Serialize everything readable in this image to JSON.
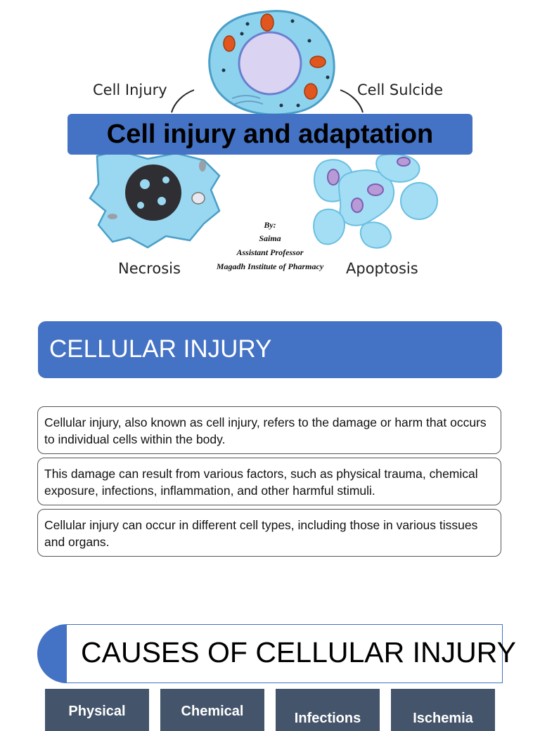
{
  "cover": {
    "title": "Cell injury and adaptation",
    "labels": {
      "top_left": "Cell Injury",
      "top_right": "Cell Sulcide",
      "bottom_left": "Necrosis",
      "bottom_right": "Apoptosis"
    },
    "author": {
      "by": "By:",
      "name": "Saima",
      "role": "Assistant Professor",
      "institute": "Magadh Institute of Pharmacy"
    }
  },
  "cellular_injury": {
    "heading": "CELLULAR INJURY",
    "points": [
      "Cellular injury, also known as cell injury, refers to the damage or harm that occurs to individual cells within the body.",
      "This damage can result from various factors, such as physical trauma, chemical exposure, infections, inflammation, and other harmful stimuli.",
      "Cellular injury can occur in different cell types, including those in various tissues and organs."
    ]
  },
  "causes": {
    "heading": "CAUSES OF CELLULAR INJURY",
    "items": [
      "Physical",
      "Chemical",
      "Infections",
      "Ischemia"
    ]
  }
}
